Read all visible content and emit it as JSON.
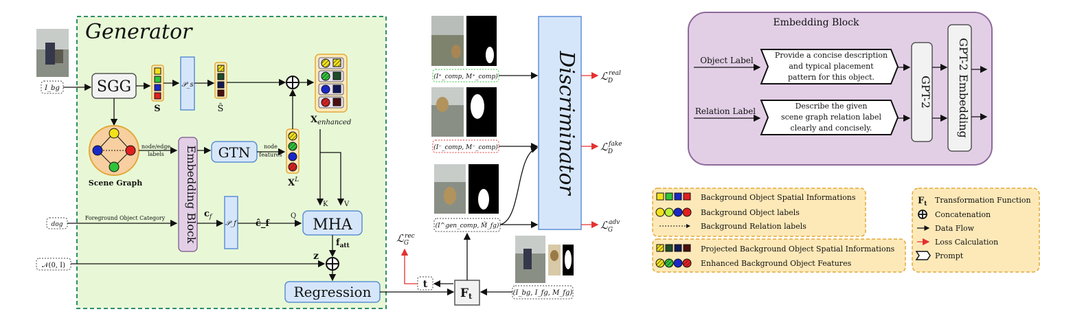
{
  "generator": {
    "title": "Generator",
    "input_bg": "I_bg",
    "sgg": "SGG",
    "s_label": "S",
    "s_hat_label": "Ŝ",
    "ps_label": "𝒫_s",
    "pf_label": "𝒫_f",
    "scene_graph": "Scene Graph",
    "node_edge_labels": [
      "node/edge",
      "labels"
    ],
    "embedding_block": "Embedding Block",
    "gtn": "GTN",
    "node_features": [
      "node",
      "features"
    ],
    "xl_label": "X^L",
    "x_enh_label": "X_enhanced",
    "cf_label": "c_f",
    "cf_hat_label": "ĉ_f",
    "fg_category_input": "dog",
    "fg_category_caption": "Foreground Object Category",
    "mha": "MHA",
    "q": "Q",
    "k": "K",
    "v": "V",
    "f_att": "f_att",
    "z": "z",
    "noise_input": "𝒩(0, I)",
    "regression": "Regression"
  },
  "transform": {
    "ft": "F_t",
    "t": "t",
    "input": "(I_bg, I_fg, M_fg)",
    "loss_rec": "ℒ_G^rec"
  },
  "discriminator": {
    "title": "Discriminator",
    "pair_real": "(I⁺_comp, M⁺_comp)",
    "pair_fake": "(I⁻_comp, M⁻_comp)",
    "pair_gen": "(I^gen_comp, M̂_fg)",
    "loss_real": "ℒ_D^real",
    "loss_fake": "ℒ_D^fake",
    "loss_adv": "ℒ_G^adv"
  },
  "embedding_block_detail": {
    "title": "Embedding Block",
    "object_label": "Object Label",
    "relation_label": "Relation Label",
    "prompt_object": [
      "Provide a concise description",
      "and typical placement",
      "pattern for this object."
    ],
    "prompt_relation": [
      "Describe the given",
      "scene graph relation label",
      "clearly and concisely."
    ],
    "gpt2": "GPT-2",
    "gpt2_embedding": "GPT-2 Embedding"
  },
  "legend_left": {
    "items": [
      "Background Object Spatial Informations",
      "Background Object labels",
      "Background Relation labels"
    ],
    "items2": [
      "Projected Background Object Spatial Informations",
      "Enhanced Background Object Features"
    ]
  },
  "legend_right": {
    "items": [
      {
        "symbol": "F_t",
        "label": "Transformation Function"
      },
      {
        "symbol": "⊕",
        "label": "Concatenation"
      },
      {
        "symbol": "→",
        "label": "Data Flow"
      },
      {
        "symbol": "→",
        "label": "Loss Calculation"
      },
      {
        "symbol": "prompt",
        "label": "Prompt"
      }
    ]
  },
  "colors": {
    "generator_bg": "#e8f8d6",
    "generator_border": "#2f8c6e",
    "blue_box": "#d6e6fa",
    "blue_border": "#5b8fd6",
    "purple_box": "#e2cfe6",
    "purple_border": "#8e6a9a",
    "legend_bg": "#fde9b8",
    "legend_border": "#e2a93a",
    "orange_node": "#f7cfa0",
    "loss_red": "#e53030"
  }
}
